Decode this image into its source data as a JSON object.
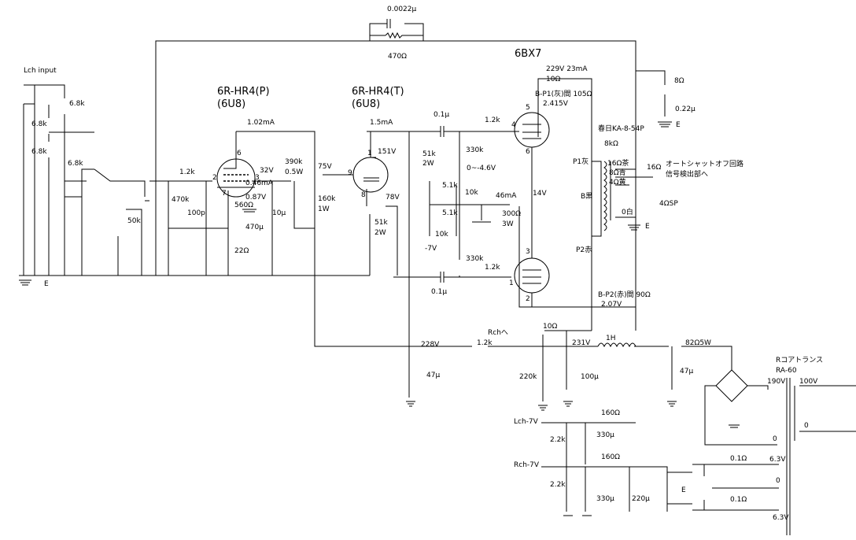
{
  "title": {
    "tube_main": "6BX7",
    "tube1_line1": "6R-HR4(P)",
    "tube1_line2": "(6U8)",
    "tube2_line1": "6R-HR4(T)",
    "tube2_line2": "(6U8)"
  },
  "input": {
    "label": "Lch input",
    "r1": "6.8k",
    "r2": "6.8k",
    "r3": "6.8k",
    "r4": "6.8k",
    "vol": "50k"
  },
  "fb": {
    "cap": "0.0022μ",
    "res": "470Ω"
  },
  "stage1": {
    "r_grid": "470k",
    "r_series": "1.2k",
    "cap": "100p",
    "current": "1.02mA",
    "v_plate": "32V",
    "i_k": "0.46mA",
    "v_k": "0.87V",
    "r_k": "560Ω",
    "c_k": "470μ",
    "r_k2": "22Ω",
    "c_b": "10μ",
    "r_pl": "390k",
    "r_pl_w": "0.5W",
    "pin6": "6",
    "pin2": "2",
    "pin7": "7",
    "pin3": "3"
  },
  "stage2": {
    "current": "1.5mA",
    "v_plate": "151V",
    "v_grid": "75V",
    "v_k": "78V",
    "r_pl": "160k",
    "r_pl_w": "1W",
    "r_k": "51k",
    "r_k_w": "2W",
    "pin1": "1",
    "pin9": "9",
    "pin8": "8"
  },
  "split": {
    "r_a": "51k",
    "r_a_w": "2W",
    "r_b": "330k",
    "r_c": "330k",
    "range": "0~-4.6V",
    "pot": "10k",
    "r1": "5.1k",
    "r2": "5.1k",
    "r3": "10k",
    "neg": "-7V",
    "i_k": "46mA",
    "r_k": "300Ω",
    "r_k_w": "3W",
    "v_k": "14V"
  },
  "output": {
    "c1": "0.1μ",
    "c2": "0.1μ",
    "r_g1": "1.2k",
    "r_g2": "1.2k",
    "v_b": "229V 23mA",
    "r_b": "10Ω",
    "bp1": "B-P1(灰)間 105Ω",
    "bp1_v": "2.415V",
    "bp2": "B-P2(赤)間 90Ω",
    "bp2_v": "2.07V",
    "r_b2": "10Ω",
    "pin5": "5",
    "pin4": "4",
    "pin6": "6",
    "pin3": "3",
    "pin1": "1",
    "pin2": "2"
  },
  "transformer": {
    "name": "春日KA-8-54P",
    "imp": "8kΩ",
    "p1": "P1灰",
    "b": "B黒",
    "p2": "P2赤",
    "t16": "16Ω茶",
    "t8": "8Ω青",
    "t4": "4Ω黄",
    "t0": "0白",
    "sp": "4ΩSP",
    "e": "E",
    "out16": "16Ω",
    "sense1": "オートシャットオフ回路",
    "sense2": "信号検出部へ"
  },
  "zobel": {
    "r": "8Ω",
    "c": "0.22μ",
    "e": "E"
  },
  "supply": {
    "v228": "228V",
    "c47a": "47μ",
    "r12": "1.2k",
    "rch": "Rchへ",
    "r220": "220k",
    "v231": "231V",
    "c100": "100μ",
    "choke": "1H",
    "r82": "82Ω5W",
    "c47b": "47μ",
    "trans": "Rコアトランス",
    "trans_model": "RA-60",
    "v190": "190V",
    "v100": "100V",
    "zero1": "0",
    "zero2": "0",
    "e": "E"
  },
  "neg_supply": {
    "lch": "Lch-7V",
    "rch": "Rch-7V",
    "r22a": "2.2k",
    "r22b": "2.2k",
    "r160a": "160Ω",
    "r160b": "160Ω",
    "c330a": "330μ",
    "c330b": "330μ",
    "c220": "220μ",
    "r01a": "0.1Ω",
    "r01b": "0.1Ω",
    "v63a": "6.3V",
    "v63b": "6.3V",
    "zero": "0",
    "e": "E"
  }
}
